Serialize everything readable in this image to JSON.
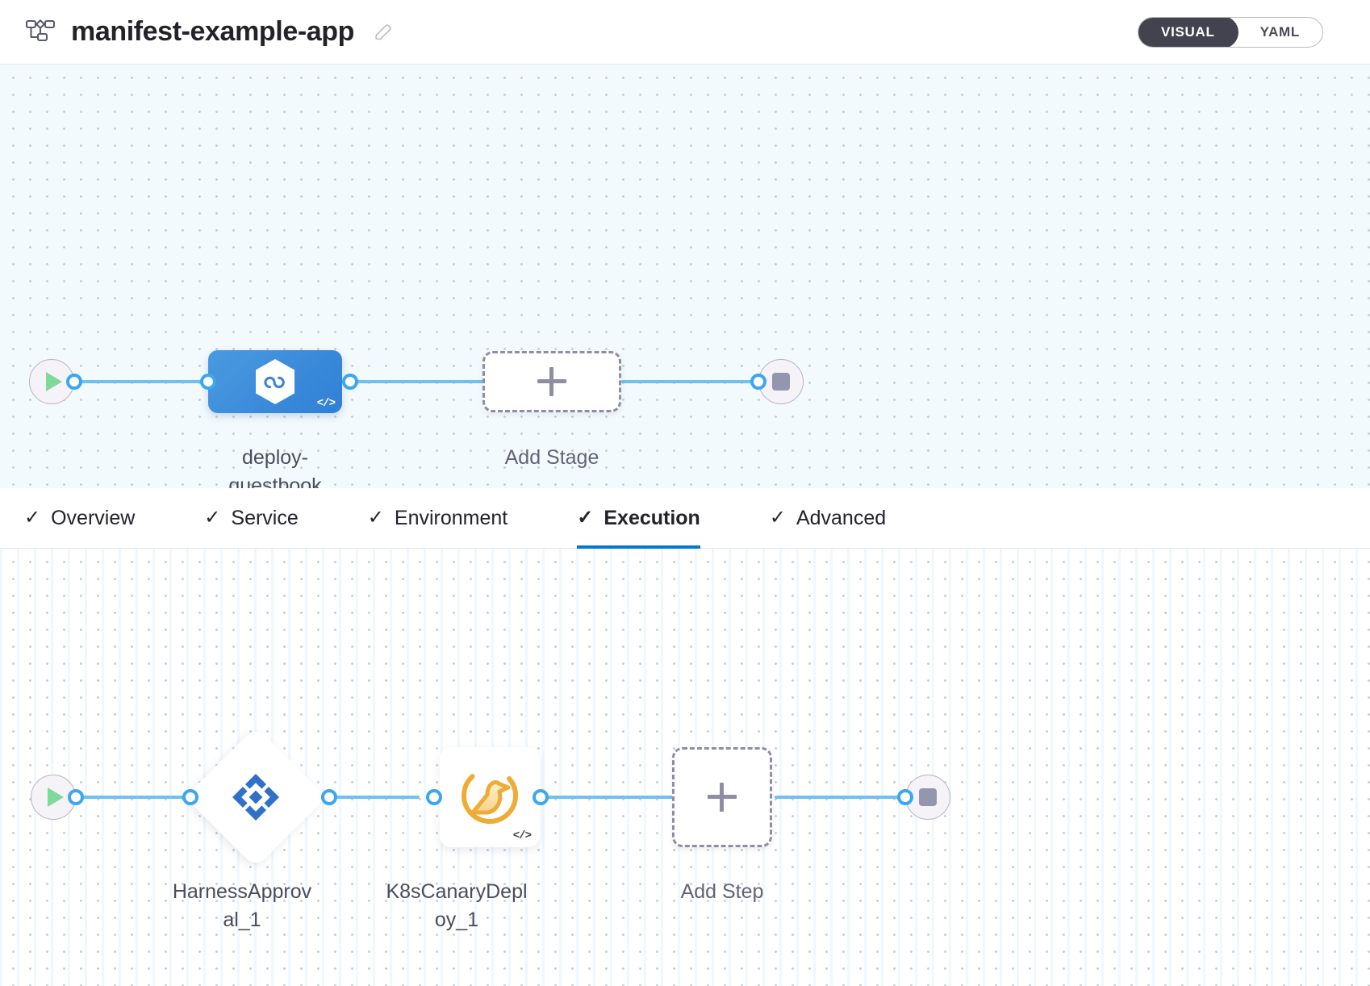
{
  "header": {
    "pipeline_icon": "pipeline-nodes-icon",
    "title": "manifest-example-app",
    "edit_icon": "pencil-edit-icon",
    "view_toggle": {
      "options": [
        {
          "label": "VISUAL",
          "active": true
        },
        {
          "label": "YAML",
          "active": false
        }
      ],
      "active_color": "#43434f"
    }
  },
  "stage_canvas": {
    "start_node": {
      "icon": "play-icon",
      "name": "pipeline-start-node"
    },
    "stages": [
      {
        "name": "deploy-guestbook",
        "caption": "deploy-\nguestbook",
        "icon": "harness-cd-hexagon-icon",
        "badge": "</>",
        "color": "#2f7fd6"
      }
    ],
    "add_stage": {
      "label": "Add Stage",
      "icon": "plus-icon"
    },
    "end_node": {
      "icon": "stop-icon",
      "name": "pipeline-end-node"
    }
  },
  "tabs": [
    {
      "label": "Overview",
      "check": "✓",
      "active": false
    },
    {
      "label": "Service",
      "check": "✓",
      "active": false
    },
    {
      "label": "Environment",
      "check": "✓",
      "active": false
    },
    {
      "label": "Execution",
      "check": "✓",
      "active": true
    },
    {
      "label": "Advanced",
      "check": "✓",
      "active": false
    }
  ],
  "execution_canvas": {
    "start_node": {
      "icon": "play-icon",
      "name": "execution-start-node"
    },
    "steps": [
      {
        "name": "HarnessApproval_1",
        "caption": "HarnessApprov\nal_1",
        "icon": "harness-approval-diamond-icon",
        "shape": "diamond",
        "color": "#2f71c7"
      },
      {
        "name": "K8sCanaryDeploy_1",
        "caption": "K8sCanaryDepl\noy_1",
        "icon": "canary-bird-icon",
        "shape": "square",
        "badge": "</>",
        "color": "#eeab36"
      }
    ],
    "add_step": {
      "label": "Add Step",
      "icon": "plus-icon"
    },
    "end_node": {
      "icon": "stop-icon",
      "name": "execution-end-node"
    }
  },
  "theme": {
    "edge_color": "#6ec0f1",
    "port_border": "#3ca7f0",
    "active_tab_underline": "#0278d5",
    "canvas_top_bg": "#f3fafd",
    "canvas_bottom_bg": "#ffffff"
  }
}
